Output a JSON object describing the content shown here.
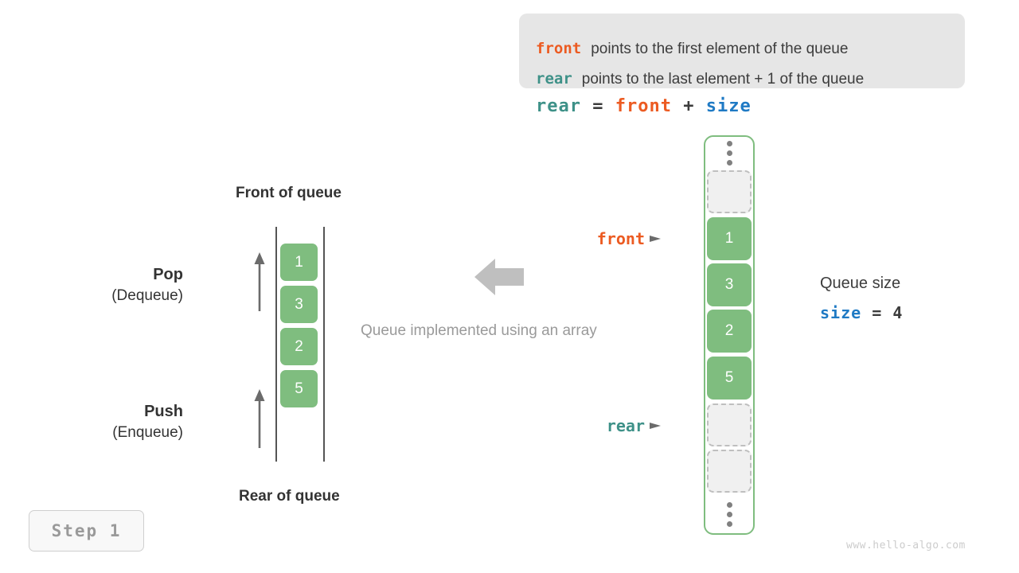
{
  "legend": {
    "lines": [
      {
        "keyword": "front",
        "color": "#ec5b22",
        "text": "points to the first element of the queue"
      },
      {
        "keyword": "rear",
        "color": "#3e9188",
        "text": "points to the last element + 1 of the queue"
      }
    ],
    "formula": {
      "lhs": "rear",
      "eq": "=",
      "rhs1": "front",
      "plus": "+",
      "rhs2": "size"
    }
  },
  "left_diagram": {
    "top_label": "Front of queue",
    "bottom_label": "Rear of queue",
    "pop": {
      "title": "Pop",
      "subtitle": "(Dequeue)"
    },
    "push": {
      "title": "Push",
      "subtitle": "(Enqueue)"
    },
    "values": [
      "1",
      "3",
      "2",
      "5"
    ]
  },
  "middle": {
    "caption": "Queue implemented using an array",
    "arrow_direction": "left",
    "arrow_color": "#bfbfbf"
  },
  "array": {
    "cells": [
      {
        "kind": "dots",
        "value": ""
      },
      {
        "kind": "empty",
        "value": ""
      },
      {
        "kind": "filled",
        "value": "1"
      },
      {
        "kind": "filled",
        "value": "3"
      },
      {
        "kind": "filled",
        "value": "2"
      },
      {
        "kind": "filled",
        "value": "5"
      },
      {
        "kind": "empty",
        "value": ""
      },
      {
        "kind": "empty",
        "value": ""
      },
      {
        "kind": "dots",
        "value": ""
      }
    ],
    "pointers": [
      {
        "label": "front",
        "color": "#ec5b22",
        "target_value": "1"
      },
      {
        "label": "rear",
        "color": "#3e9188",
        "target_value": ""
      }
    ],
    "fill_color": "#7fbd7f",
    "border_color": "#7fbd7f"
  },
  "queue_size": {
    "label": "Queue size",
    "var": "size",
    "eq": "=",
    "value": "4",
    "var_color": "#1f7ac4"
  },
  "step_badge": {
    "text": "Step 1"
  },
  "watermark": {
    "text": "www.hello-algo.com"
  }
}
